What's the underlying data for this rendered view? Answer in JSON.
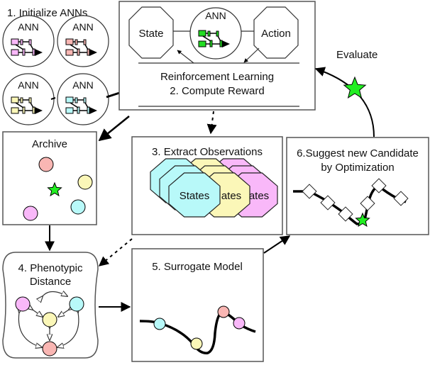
{
  "colors": {
    "pink": "#f9b8f9",
    "salmon": "#f9b6b3",
    "yellow": "#fbf7b8",
    "cyan": "#b8f9f9",
    "green": "#22ee22",
    "ann_green": "#22dd22"
  },
  "init": {
    "title": "1. Initialize ANNs",
    "ann_label": "ANN",
    "anns": [
      "pink",
      "salmon",
      "yellow",
      "cyan"
    ]
  },
  "rl": {
    "state": "State",
    "ann": "ANN",
    "action": "Action",
    "line1": "Reinforcement Learning",
    "line2": "2. Compute Reward"
  },
  "evaluate": "Evaluate",
  "archive": {
    "title": "Archive",
    "items": [
      "salmon",
      "yellow",
      "cyan",
      "pink"
    ]
  },
  "extract": {
    "title": "3. Extract Observations",
    "states_label": "States",
    "partial_label": "ates"
  },
  "suggest": {
    "line1": "6.Suggest new Candidate",
    "line2": "by Optimization"
  },
  "phenotypic": {
    "line1": "4. Phenotypic",
    "line2": "Distance",
    "nodes": [
      "pink",
      "cyan",
      "yellow",
      "salmon"
    ]
  },
  "surrogate": {
    "title": "5. Surrogate Model",
    "points": [
      "cyan",
      "yellow",
      "salmon",
      "pink"
    ]
  }
}
